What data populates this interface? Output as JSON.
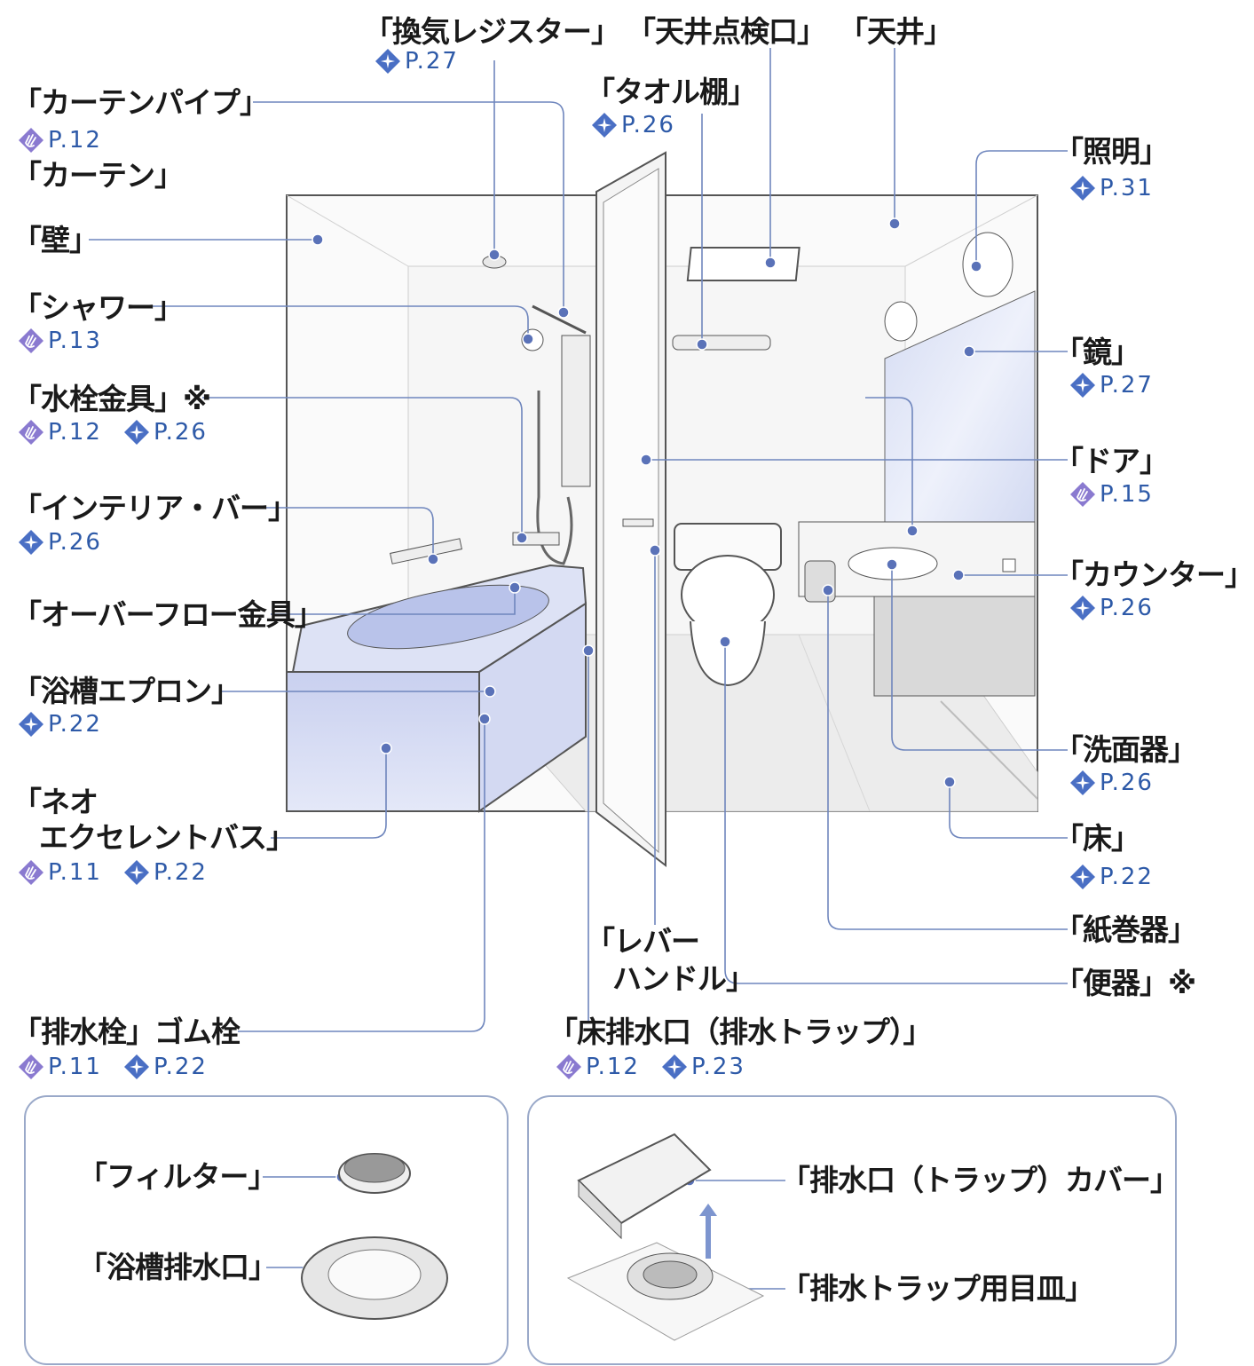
{
  "colors": {
    "leader": "#6f86bd",
    "dot": "#5a72b8",
    "ref_text": "#2e5aa8",
    "clean_icon": "#4a6fc4",
    "care_icon": "#8a7ad0",
    "bath_tint": "#d6dcf3",
    "mirror_tint": "#c9d2ef"
  },
  "icons": {
    "clean": "sparkle-diamond-icon",
    "care": "hand-touch-icon"
  },
  "labels": {
    "ventilator": "「換気レジスター」",
    "ceiling_hatch": "「天井点検口」",
    "ceiling": "「天井」",
    "towel_shelf": "「タオル棚」",
    "curtain_pipe": "「カーテンパイプ」",
    "curtain": "「カーテン」",
    "light": "「照明」",
    "wall": "「壁」",
    "shower": "「シャワー」",
    "mirror": "「鏡」",
    "faucet": "「水栓金具」※",
    "door": "「ドア」",
    "interior_bar": "「インテリア・バー」",
    "counter": "「カウンター」",
    "overflow": "「オーバーフロー金具」",
    "apron": "「浴槽エプロン」",
    "basin": "「洗面器」",
    "neo_line1": "「ネオ",
    "neo_line2": "エクセレントバス」",
    "floor": "「床」",
    "lever_line1": "「レバー",
    "lever_line2": "ハンドル」",
    "paper_holder": "「紙巻器」",
    "toilet": "「便器」※",
    "drain_plug": "「排水栓」ゴム栓",
    "floor_drain": "「床排水口（排水トラップ）」",
    "filter": "「フィルター」",
    "tub_drain": "「浴槽排水口」",
    "trap_cover": "「排水口（トラップ）カバー」",
    "trap_plate": "「排水トラップ用目皿」"
  },
  "refs": {
    "ventilator": "P.27",
    "towel_shelf": "P.26",
    "curtain_pipe": "P.12",
    "light": "P.31",
    "shower": "P.13",
    "mirror": "P.27",
    "faucet_care": "P.12",
    "faucet_clean": "P.26",
    "door": "P.15",
    "interior_bar": "P.26",
    "counter": "P.26",
    "apron": "P.22",
    "basin": "P.26",
    "neo_care": "P.11",
    "neo_clean": "P.22",
    "floor": "P.22",
    "drain_care": "P.11",
    "drain_clean": "P.22",
    "floor_drain_care": "P.12",
    "floor_drain_clean": "P.23"
  }
}
